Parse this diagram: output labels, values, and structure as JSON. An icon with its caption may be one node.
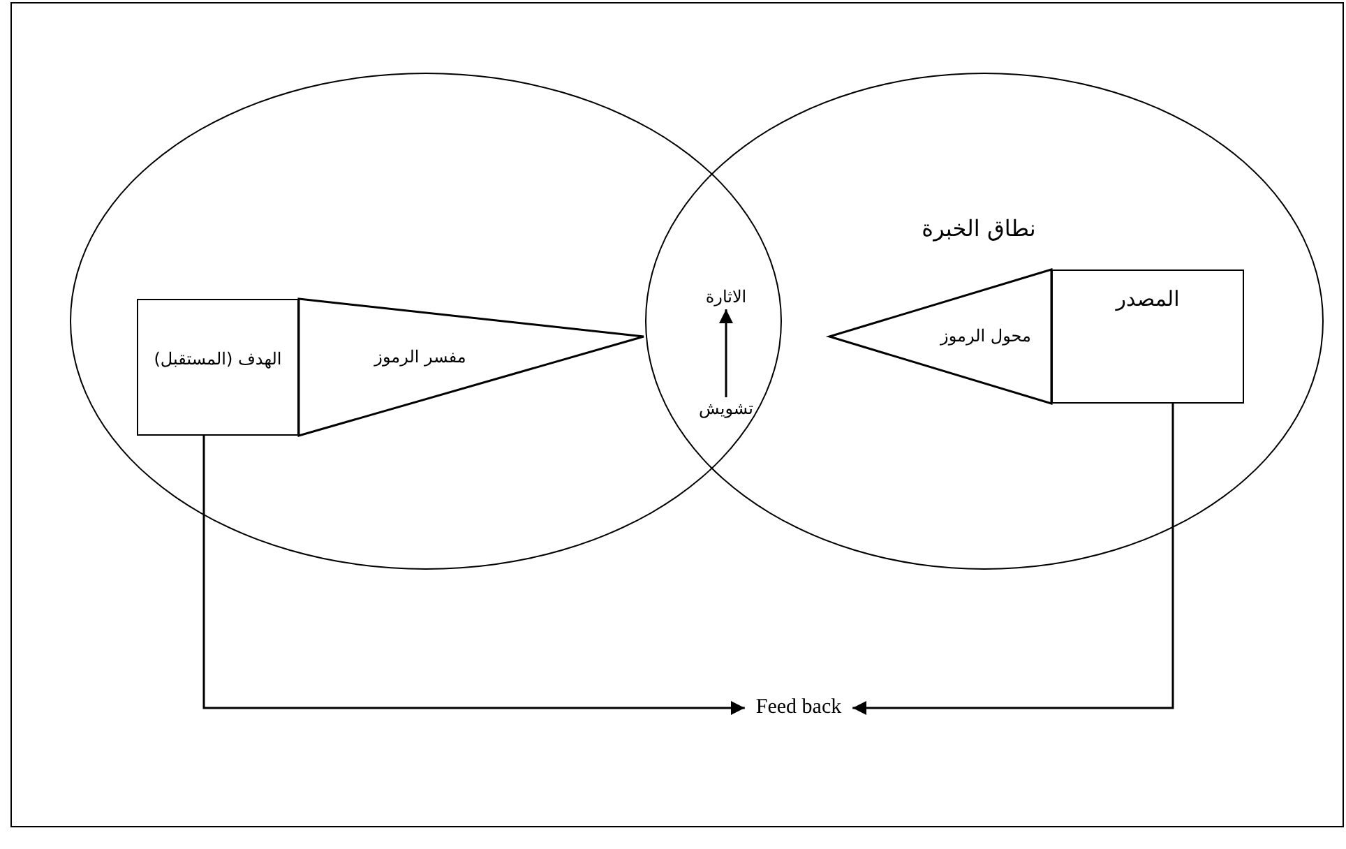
{
  "diagram": {
    "nodes": [
      {
        "text": [],
        "shape": "ellipse"
      },
      {
        "text": [
          "نطاق الخبرة"
        ]
      },
      {
        "text": [
          "الهدف (المستقبل)"
        ],
        "in": 0
      },
      {
        "text": [
          "مفسر الرموز"
        ],
        "in": 0
      },
      {
        "text": [
          "الاثارة"
        ]
      },
      {
        "text": [
          "تشويش"
        ]
      },
      {
        "text": [
          "محول الرموز"
        ],
        "in": 1
      },
      {
        "text": [
          "المصدر"
        ],
        "in": 1
      },
      {
        "text": [
          "Feed back"
        ]
      }
    ],
    "edges": [
      {
        "from": 5,
        "to": 4,
        "arrow": "to"
      },
      {
        "from": 2,
        "to": 8,
        "arrow": "to"
      },
      {
        "from": 7,
        "to": 8,
        "arrow": "to"
      }
    ]
  }
}
